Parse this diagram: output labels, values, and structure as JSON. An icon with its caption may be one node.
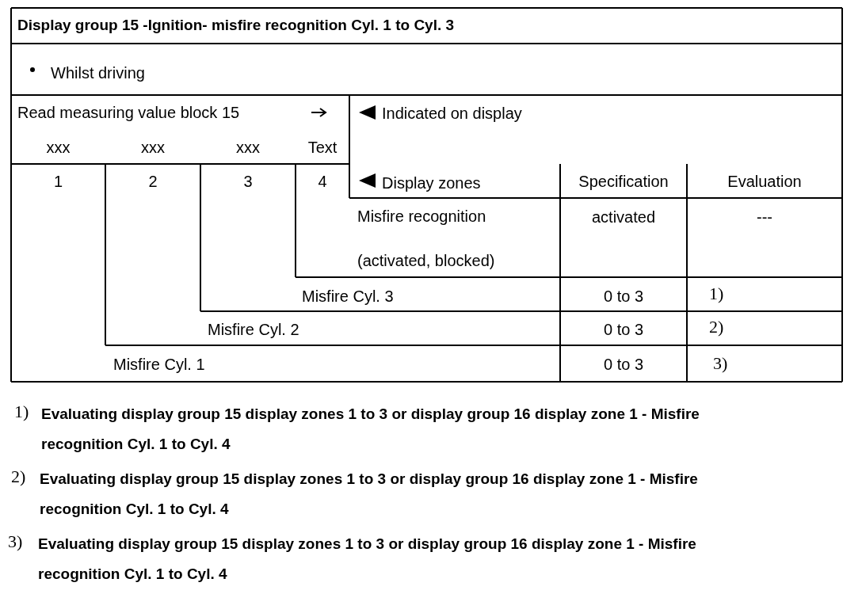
{
  "diagram": {
    "title": "Display group 15 -Ignition- misfire recognition Cyl. 1 to Cyl. 3",
    "labels": [
      "Whilst driving",
      "Read measuring value block 15",
      "Indicated on display",
      "xxx",
      "xxx",
      "xxx",
      "Text",
      "1",
      "2",
      "3",
      "4",
      "Display zones",
      "Specification",
      "Evaluation",
      "Misfire recognition (activated, blocked)",
      "activated",
      "---",
      "Misfire Cyl. 3",
      "0 to 3",
      "1)",
      "Misfire Cyl. 2",
      "0 to 3",
      "2)",
      "Misfire Cyl. 1",
      "0 to 3",
      "3)",
      "1)",
      "Evaluating display group 15 display zones 1 to 3 or display group 16 display zone 1 - Misfire recognition Cyl. 1 to Cyl. 4",
      "2)",
      "Evaluating display group 15 display zones 1 to 3 or display group 16 display zone 1 - Misfire recognition Cyl. 1 to Cyl. 4",
      "3)",
      "Evaluating display group 15 display zones 1 to 3 or display group 16 display zone 1 - Misfire recognition Cyl. 1 to Cyl. 4"
    ]
  }
}
